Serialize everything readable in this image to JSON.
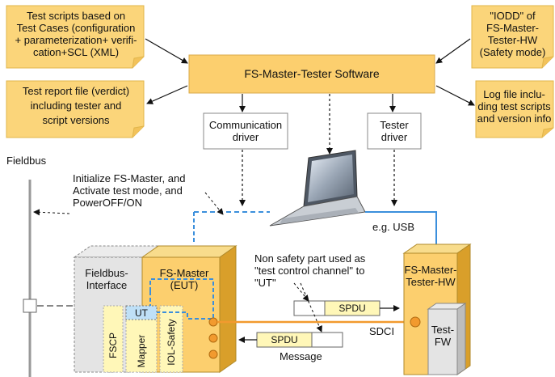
{
  "notes": {
    "test_scripts": "Test scripts based on\nTest Cases (configuration\n+ parameterization+ verifi-\ncation+SCL (XML)",
    "test_report": "Test report file (verdict)\nincluding tester and\nscript versions",
    "iodd": "\"IODD\" of\nFS-Master-\nTester-HW\n(Safety mode)",
    "log_file": "Log file inclu-\nding test scripts\nand version info"
  },
  "software": "FS-Master-Tester Software",
  "comm_driver": "Communication\ndriver",
  "tester_driver": "Tester\ndriver",
  "fieldbus": "Fieldbus",
  "initialize": "Initialize FS-Master, and\nActivate test mode, and\nPowerOFF/ON",
  "usb": "e.g. USB",
  "non_safety": "Non safety part used as\n\"test control channel\" to\n\"UT\"",
  "fieldbus_interface": "Fieldbus-\nInterface",
  "fs_master": "FS-Master\n(EUT)",
  "ut": "UT",
  "fscp": "FSCP",
  "mapper": "Mapper",
  "iol_safety": "IOL-Safety",
  "tester_hw": "FS-Master-\nTester-HW",
  "test_fw": "Test-\nFW",
  "sdpu1": "SPDU",
  "sdpu2": "SPDU",
  "sdci": "SDCI",
  "message": "Message",
  "colors": {
    "note": "#fbd57a",
    "note_border": "#e0b54a",
    "box_gold": "#fccf6e",
    "usb_blue": "#3b8fdc",
    "orange_line": "#f29a2e",
    "grey_box": "#e4e4e4",
    "yellow_light": "#fff7b8",
    "ut_blue": "#bfe0f7"
  }
}
